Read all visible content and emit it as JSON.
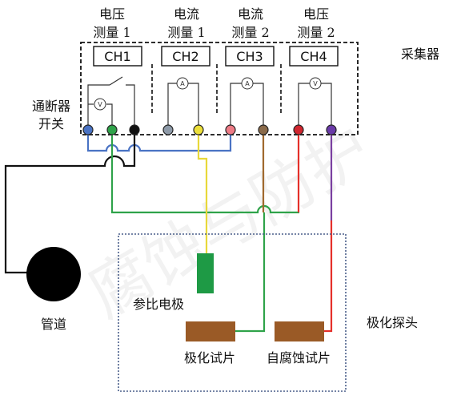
{
  "diagram": {
    "header_labels": [
      {
        "line1": "电压",
        "line2": "测量 1"
      },
      {
        "line1": "电流",
        "line2": "测量 1"
      },
      {
        "line1": "电流",
        "line2": "测量 2"
      },
      {
        "line1": "电压",
        "line2": "测量 2"
      }
    ],
    "channels": [
      "CH1",
      "CH2",
      "CH3",
      "CH4"
    ],
    "collector_label": "采集器",
    "switch_label": {
      "line1": "通断器",
      "line2": "开关"
    },
    "pipe_label": "管道",
    "reference_label": "参比电极",
    "polarized_label": "极化试片",
    "corrosion_label": "自腐蚀试片",
    "probe_label": "极化探头",
    "meter_symbols": {
      "voltage": "V",
      "current": "A"
    },
    "watermark": "腐蚀与防护"
  }
}
